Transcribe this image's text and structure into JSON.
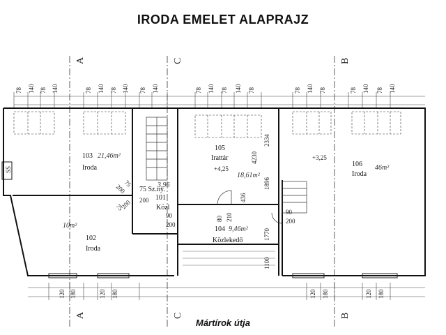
{
  "title": "IRODA EMELET ALAPRAJZ",
  "street": "Mártírok útja",
  "axes": {
    "a_top": "A",
    "c_top": "C",
    "b_top": "B",
    "a_bottom": "A",
    "c_bottom": "C",
    "b_bottom": "B"
  },
  "rooms": {
    "r103": {
      "number": "103",
      "name": "Iroda",
      "area": "21,46m²"
    },
    "r105": {
      "number": "105",
      "name": "Irattár",
      "area": "18,61m²",
      "level": "+4,25"
    },
    "r106": {
      "number": "106",
      "name": "Iroda",
      "area": "46m²",
      "level": "+3,25"
    },
    "r102": {
      "number": "102",
      "name": "Iroda",
      "area": "10m²"
    },
    "r101": {
      "number": "101",
      "name": "Közl",
      "area": "3,96"
    },
    "r104": {
      "number": "104",
      "name": "Közlekedő",
      "area": "9,46m²"
    },
    "sz_ny": {
      "label": "75 Sz.ny."
    }
  },
  "dims": {
    "d78": "78",
    "d140": "140",
    "d120": "120",
    "d180": "180",
    "d200": "200",
    "d90": "90",
    "d75": "75",
    "d80": "80",
    "d210": "210",
    "d436": "436",
    "d4230": "4230",
    "d1896": "1896",
    "d2334": "2334",
    "d1770": "1770",
    "d1100": "1100"
  },
  "wall_label": "SS"
}
